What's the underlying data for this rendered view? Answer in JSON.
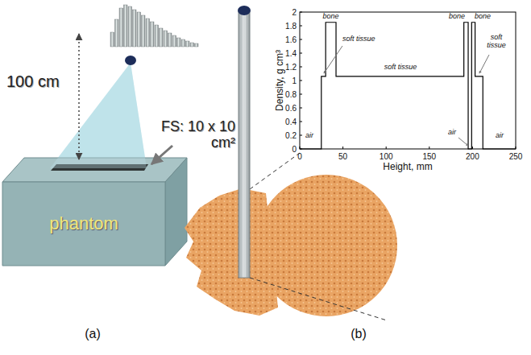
{
  "diagram": {
    "nodes": [
      {
        "text": [
          "phantom"
        ]
      }
    ],
    "labels": [
      "100 cm",
      "FS: 10 x 10 cm²",
      "(a)",
      "(b)",
      "Density, g cm³",
      "Height, mm",
      "0",
      "0.2",
      "0.4",
      "0.6",
      "0.8",
      "1",
      "1.2",
      "1.4",
      "1.6",
      "1.8",
      "2",
      "0",
      "50",
      "100",
      "150",
      "200",
      "250",
      "bone",
      "bone",
      "bone",
      "soft tissue",
      "soft tissue",
      "soft tissue",
      "air",
      "air",
      "air"
    ]
  }
}
